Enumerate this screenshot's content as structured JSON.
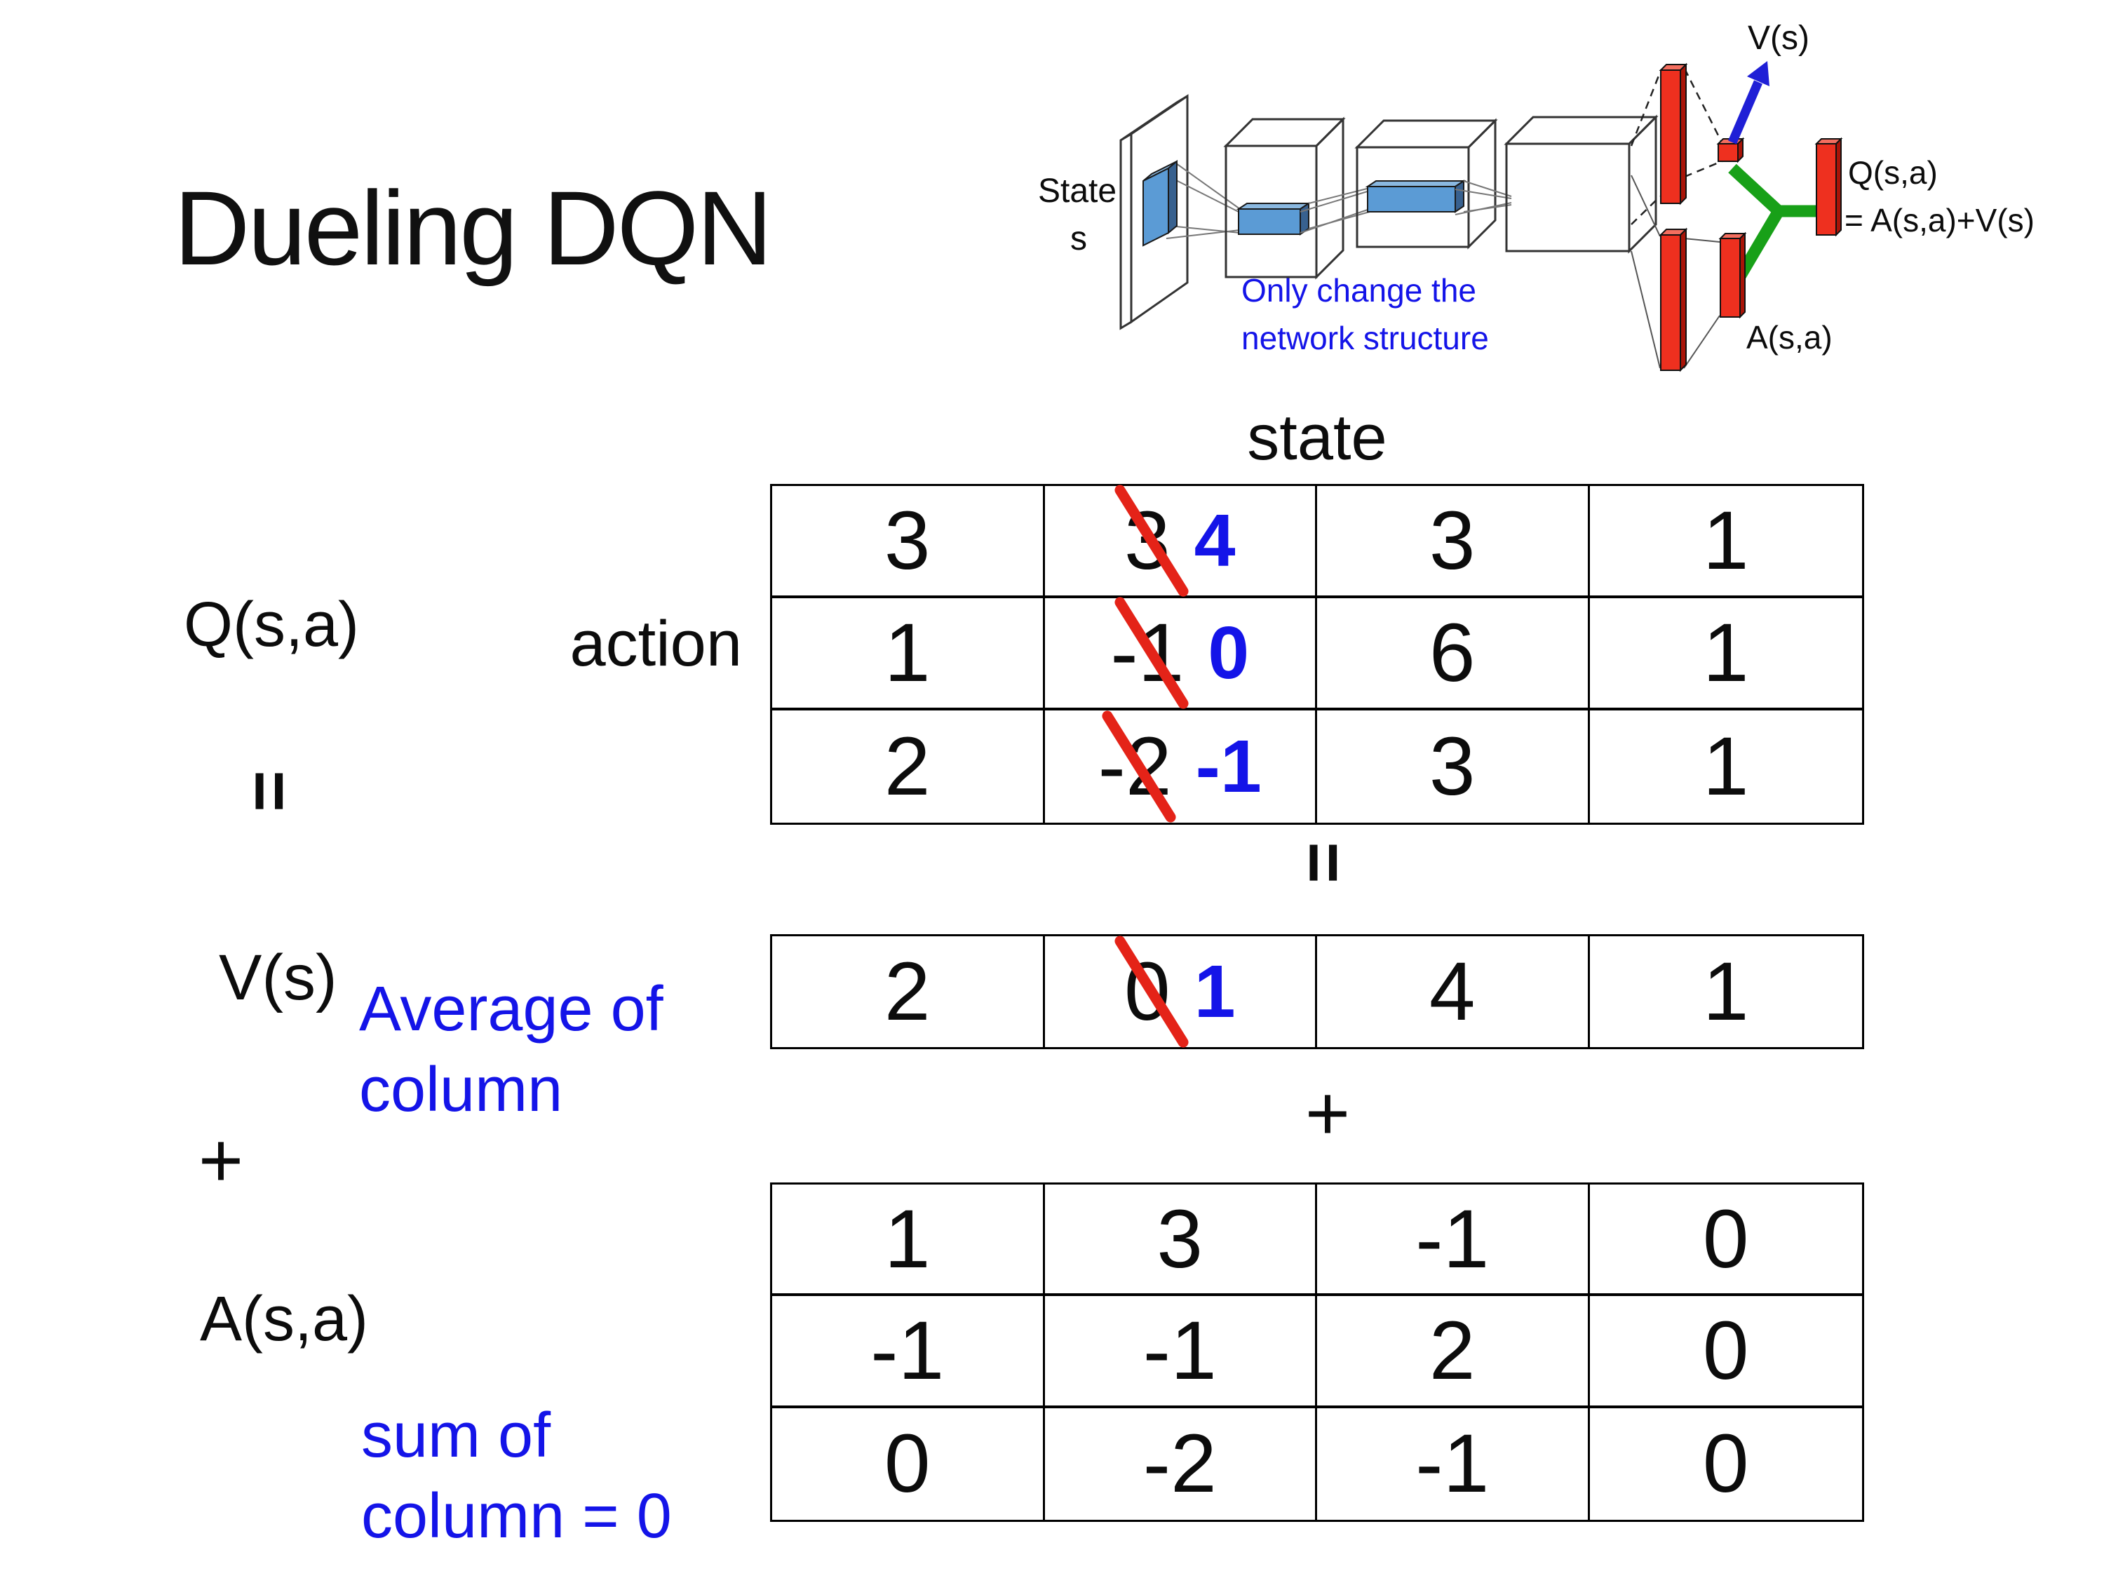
{
  "slide": {
    "title": "Dueling DQN"
  },
  "colors": {
    "background": "#ffffff",
    "text": "#0c0c0c",
    "annotation_blue": "#1414e8",
    "strike_red": "#e42318",
    "bar_red": "#ee301f",
    "merge_green": "#18a018",
    "feature_blue": "#5b9bd5"
  },
  "network_diagram": {
    "input_label_line1": "State",
    "input_label_line2": "s",
    "note_line1": "Only change the",
    "note_line2": "network structure",
    "value_output_label": "V(s)",
    "q_output_label": "Q(s,a)",
    "q_output_formula": "= A(s,a)+V(s)",
    "advantage_output_label": "A(s,a)"
  },
  "equation_labels": {
    "q": "Q(s,a)",
    "equals_left": "=",
    "v": "V(s)",
    "plus_left": "+",
    "a": "A(s,a)",
    "equals_center": "=",
    "plus_center": "+"
  },
  "annotations": {
    "average_line1": "Average of",
    "average_line2": "column",
    "sum_line1": "sum of",
    "sum_line2": "column = 0"
  },
  "q_table": {
    "column_header": "state",
    "row_header": "action",
    "rows": [
      {
        "cells": [
          {
            "value": "3"
          },
          {
            "value": "3",
            "replacement": "4"
          },
          {
            "value": "3"
          },
          {
            "value": "1"
          }
        ]
      },
      {
        "cells": [
          {
            "value": "1"
          },
          {
            "value": "-1",
            "replacement": "0"
          },
          {
            "value": "6"
          },
          {
            "value": "1"
          }
        ]
      },
      {
        "cells": [
          {
            "value": "2"
          },
          {
            "value": "-2",
            "replacement": "-1"
          },
          {
            "value": "3"
          },
          {
            "value": "1"
          }
        ]
      }
    ]
  },
  "v_table": {
    "rows": [
      {
        "cells": [
          {
            "value": "2"
          },
          {
            "value": "0",
            "replacement": "1"
          },
          {
            "value": "4"
          },
          {
            "value": "1"
          }
        ]
      }
    ]
  },
  "a_table": {
    "rows": [
      {
        "cells": [
          {
            "value": "1"
          },
          {
            "value": "3"
          },
          {
            "value": "-1"
          },
          {
            "value": "0"
          }
        ]
      },
      {
        "cells": [
          {
            "value": "-1"
          },
          {
            "value": "-1"
          },
          {
            "value": "2"
          },
          {
            "value": "0"
          }
        ]
      },
      {
        "cells": [
          {
            "value": "0"
          },
          {
            "value": "-2"
          },
          {
            "value": "-1"
          },
          {
            "value": "0"
          }
        ]
      }
    ]
  }
}
